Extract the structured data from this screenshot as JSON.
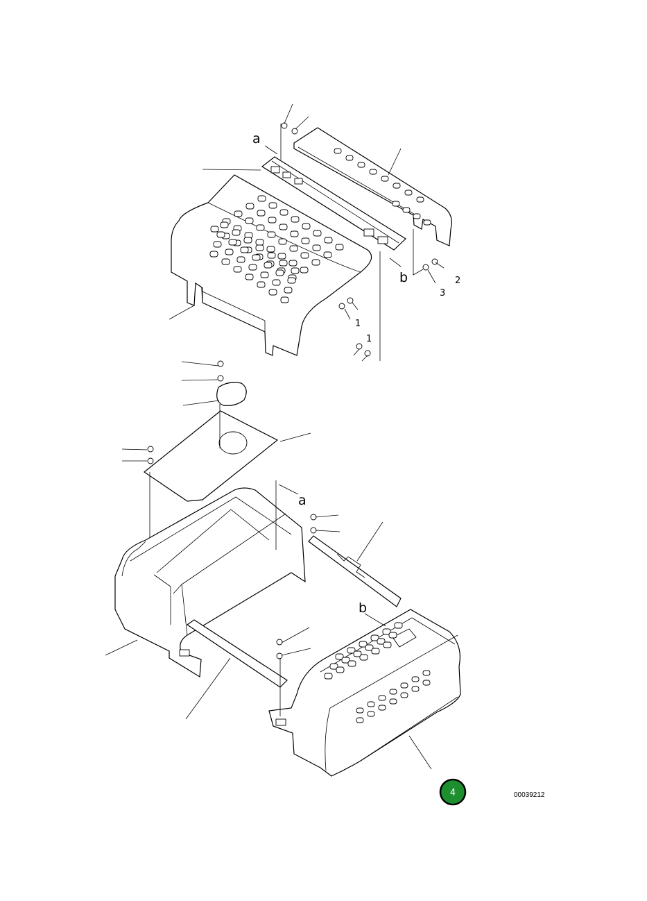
{
  "labels": {
    "a": "a",
    "b": "b"
  },
  "fragments": {
    "f1": "2",
    "f2": "3",
    "f3": "1",
    "f4": "1"
  },
  "badge": {
    "number": "4",
    "color": "#1e8f2e"
  },
  "drawing_code": "00039212",
  "colors": {
    "line": "#000000",
    "paper": "#ffffff"
  }
}
